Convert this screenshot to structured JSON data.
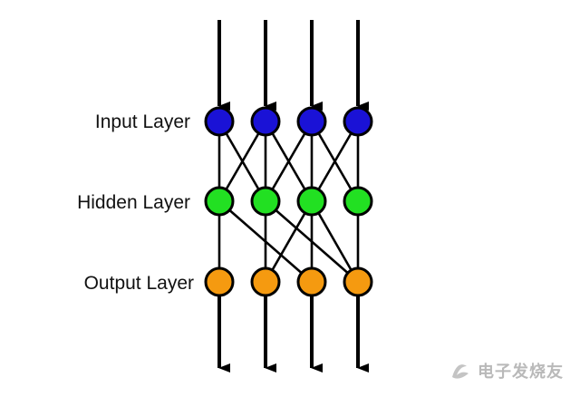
{
  "layers": [
    {
      "label": "Input Layer",
      "node_color": "#1a12d6"
    },
    {
      "label": "Hidden Layer",
      "node_color": "#22e022"
    },
    {
      "label": "Output Layer",
      "node_color": "#f59a10"
    }
  ],
  "nodes_per_layer": 4,
  "connections": [
    {
      "from_layer": 0,
      "pairs": [
        [
          0,
          0
        ],
        [
          0,
          1
        ],
        [
          1,
          0
        ],
        [
          1,
          1
        ],
        [
          1,
          2
        ],
        [
          2,
          1
        ],
        [
          2,
          2
        ],
        [
          2,
          3
        ],
        [
          3,
          2
        ],
        [
          3,
          3
        ]
      ]
    },
    {
      "from_layer": 1,
      "pairs": [
        [
          0,
          0
        ],
        [
          0,
          2
        ],
        [
          1,
          1
        ],
        [
          1,
          3
        ],
        [
          2,
          1
        ],
        [
          2,
          2
        ],
        [
          2,
          3
        ],
        [
          3,
          3
        ]
      ]
    }
  ],
  "edge_color": "#000000",
  "node_stroke_color": "#000000",
  "watermark": {
    "text": "电子发烧友",
    "logo_icon": "ribbon-logo-icon",
    "color": "#b9b9b9"
  }
}
